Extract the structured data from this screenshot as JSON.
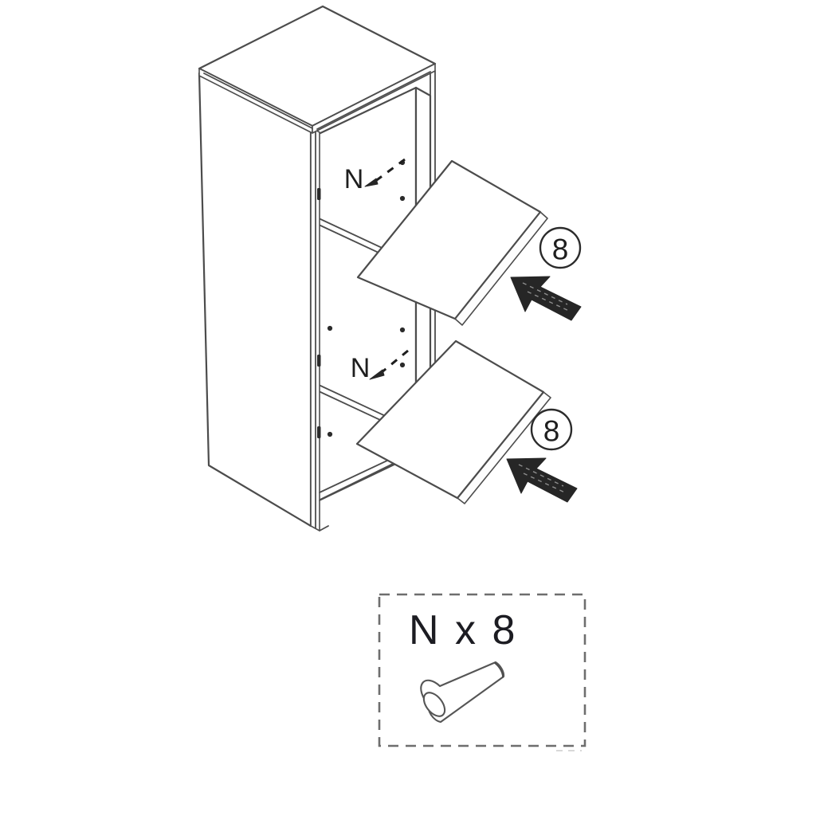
{
  "sheet": {
    "title": "Cabinet shelf installation step",
    "background_color": "#ffffff",
    "line_color": "#4c4c4c"
  },
  "cabinet": {
    "name": "tall cabinet carcass",
    "description": "Isometric line drawing of an open tall cabinet with two shelves being inserted"
  },
  "callouts": [
    {
      "id": "upper-shelf-callout",
      "letter": "N",
      "note": "dashed leader pointing to dowel holes on upper shelf row"
    },
    {
      "id": "lower-shelf-callout",
      "letter": "N",
      "note": "dashed leader pointing to dowel holes on lower shelf row"
    }
  ],
  "badges": [
    {
      "id": "upper-shelf-badge",
      "value": "8"
    },
    {
      "id": "lower-shelf-badge",
      "value": "8"
    }
  ],
  "shelves": [
    {
      "id": "upper-shelf",
      "label": "upper shelf panel"
    },
    {
      "id": "lower-shelf",
      "label": "lower shelf panel"
    }
  ],
  "arrows": [
    {
      "id": "upper-insert-arrow",
      "direction": "up-left"
    },
    {
      "id": "lower-insert-arrow",
      "direction": "up-left"
    }
  ],
  "parts_box": {
    "name": "parts-callout-box",
    "part_letter": "N",
    "multiplier": "x",
    "quantity": "8",
    "label": "N x 8",
    "part_type": "wooden dowel pin",
    "border_color": "#6e6e6e",
    "text_color": "#1c1c22"
  }
}
